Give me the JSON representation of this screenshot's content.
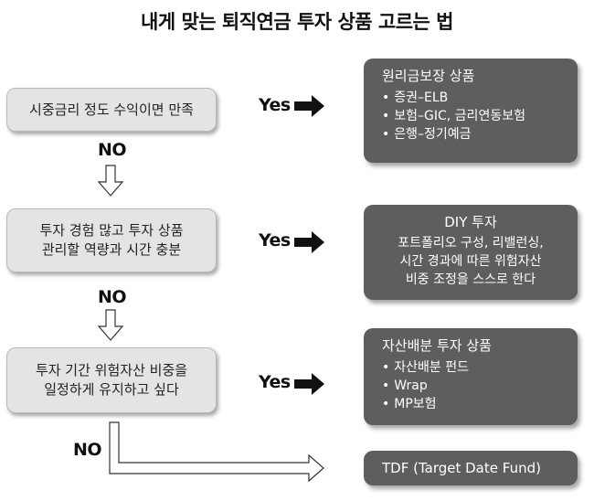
{
  "title": "내게 맞는 퇴직연금 투자 상품 고르는 법",
  "questions": [
    {
      "text": "시중금리 정도 수익이면 만족"
    },
    {
      "text": "투자 경험 많고 투자 상품\n관리할 역량과 시간 충분"
    },
    {
      "text": "투자 기간 위험자산 비중을\n일정하게 유지하고 싶다"
    }
  ],
  "yes_label": "Yes",
  "no_label": "NO",
  "answers": [
    {
      "heading": "원리금보장 상품",
      "items": [
        "증권–ELB",
        "보험–GIC, 금리연동보험",
        "은행–정기예금"
      ]
    },
    {
      "heading": "DIY 투자",
      "description": "포트폴리오 구성, 리밸런싱,\n시간 경과에 따른 위험자산\n비중 조정을 스스로 한다"
    },
    {
      "heading": "자산배분 투자 상품",
      "items": [
        "자산배분 펀드",
        "Wrap",
        "MP보험"
      ]
    },
    {
      "heading": "TDF (Target Date Fund)"
    }
  ]
}
